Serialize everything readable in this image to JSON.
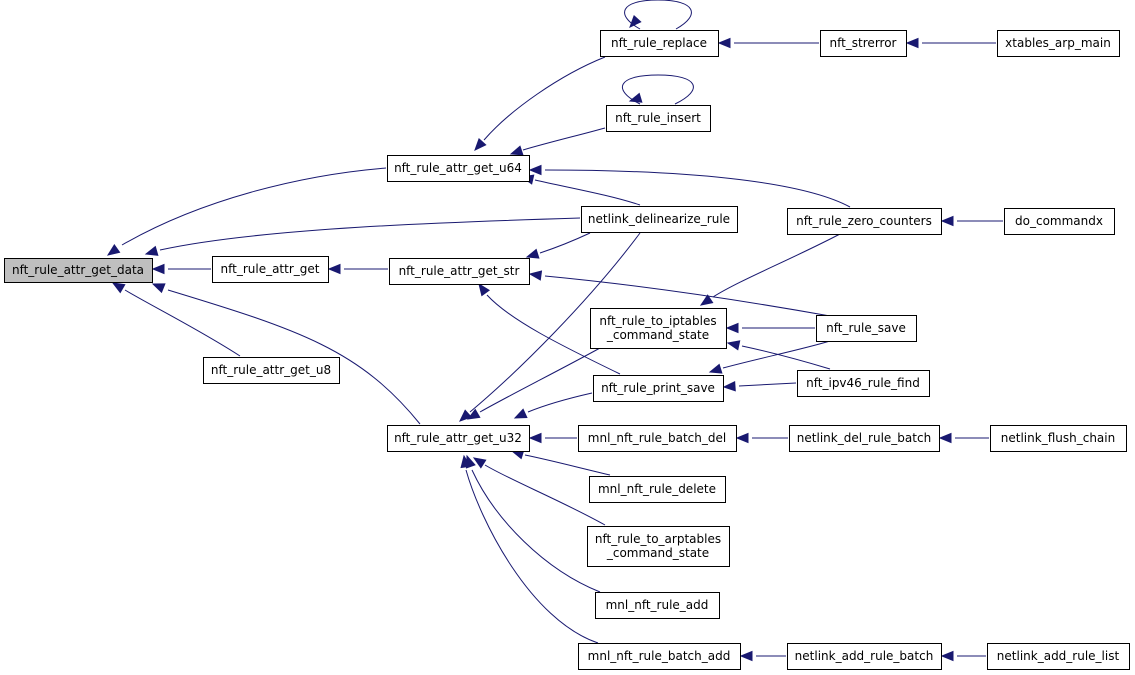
{
  "graph": {
    "direction": "callers",
    "colors": {
      "edge": "#191970",
      "root_fill": "#bfbfbf",
      "node_fill": "#ffffff",
      "node_border": "#000000"
    },
    "nodes": [
      {
        "id": "n0",
        "lines": [
          "nft_rule_attr_get_data"
        ],
        "root": true
      },
      {
        "id": "n1",
        "lines": [
          "nft_rule_attr_get_u64"
        ]
      },
      {
        "id": "n2",
        "lines": [
          "nft_rule_replace"
        ]
      },
      {
        "id": "n3",
        "lines": [
          "nft_strerror"
        ]
      },
      {
        "id": "n4",
        "lines": [
          "xtables_arp_main"
        ]
      },
      {
        "id": "n5",
        "lines": [
          "nft_rule_insert"
        ]
      },
      {
        "id": "n6",
        "lines": [
          "netlink_delinearize_rule"
        ]
      },
      {
        "id": "n7",
        "lines": [
          "nft_rule_zero_counters"
        ]
      },
      {
        "id": "n8",
        "lines": [
          "do_commandx"
        ]
      },
      {
        "id": "n9",
        "lines": [
          "nft_rule_attr_get"
        ]
      },
      {
        "id": "n10",
        "lines": [
          "nft_rule_attr_get_str"
        ]
      },
      {
        "id": "n11",
        "lines": [
          "nft_rule_save"
        ]
      },
      {
        "id": "n12",
        "lines": [
          "nft_rule_print_save"
        ]
      },
      {
        "id": "n13",
        "lines": [
          "nft_rule_attr_get_u8"
        ]
      },
      {
        "id": "n14",
        "lines": [
          "nft_rule_attr_get_u32"
        ]
      },
      {
        "id": "n15",
        "lines": [
          "nft_rule_to_iptables",
          "_command_state"
        ]
      },
      {
        "id": "n16",
        "lines": [
          "nft_ipv46_rule_find"
        ]
      },
      {
        "id": "n17",
        "lines": [
          "mnl_nft_rule_batch_del"
        ]
      },
      {
        "id": "n18",
        "lines": [
          "netlink_del_rule_batch"
        ]
      },
      {
        "id": "n19",
        "lines": [
          "netlink_flush_chain"
        ]
      },
      {
        "id": "n20",
        "lines": [
          "mnl_nft_rule_delete"
        ]
      },
      {
        "id": "n21",
        "lines": [
          "nft_rule_to_arptables",
          "_command_state"
        ]
      },
      {
        "id": "n22",
        "lines": [
          "mnl_nft_rule_add"
        ]
      },
      {
        "id": "n23",
        "lines": [
          "mnl_nft_rule_batch_add"
        ]
      },
      {
        "id": "n24",
        "lines": [
          "netlink_add_rule_batch"
        ]
      },
      {
        "id": "n25",
        "lines": [
          "netlink_add_rule_list"
        ]
      }
    ],
    "edges": [
      {
        "from": "n1",
        "to": "n0"
      },
      {
        "from": "n6",
        "to": "n0"
      },
      {
        "from": "n9",
        "to": "n0"
      },
      {
        "from": "n13",
        "to": "n0"
      },
      {
        "from": "n14",
        "to": "n0"
      },
      {
        "from": "n2",
        "to": "n1"
      },
      {
        "from": "n5",
        "to": "n1"
      },
      {
        "from": "n6",
        "to": "n1"
      },
      {
        "from": "n7",
        "to": "n1"
      },
      {
        "from": "n2",
        "to": "n2"
      },
      {
        "from": "n5",
        "to": "n5"
      },
      {
        "from": "n3",
        "to": "n2"
      },
      {
        "from": "n4",
        "to": "n3"
      },
      {
        "from": "n8",
        "to": "n7"
      },
      {
        "from": "n10",
        "to": "n9"
      },
      {
        "from": "n6",
        "to": "n10"
      },
      {
        "from": "n11",
        "to": "n10"
      },
      {
        "from": "n12",
        "to": "n10"
      },
      {
        "from": "n6",
        "to": "n14"
      },
      {
        "from": "n15",
        "to": "n14"
      },
      {
        "from": "n12",
        "to": "n14"
      },
      {
        "from": "n17",
        "to": "n14"
      },
      {
        "from": "n20",
        "to": "n14"
      },
      {
        "from": "n21",
        "to": "n14"
      },
      {
        "from": "n22",
        "to": "n14"
      },
      {
        "from": "n23",
        "to": "n14"
      },
      {
        "from": "n7",
        "to": "n15"
      },
      {
        "from": "n11",
        "to": "n15"
      },
      {
        "from": "n16",
        "to": "n15"
      },
      {
        "from": "n11",
        "to": "n12"
      },
      {
        "from": "n16",
        "to": "n12"
      },
      {
        "from": "n18",
        "to": "n17"
      },
      {
        "from": "n19",
        "to": "n18"
      },
      {
        "from": "n24",
        "to": "n23"
      },
      {
        "from": "n25",
        "to": "n24"
      }
    ]
  }
}
